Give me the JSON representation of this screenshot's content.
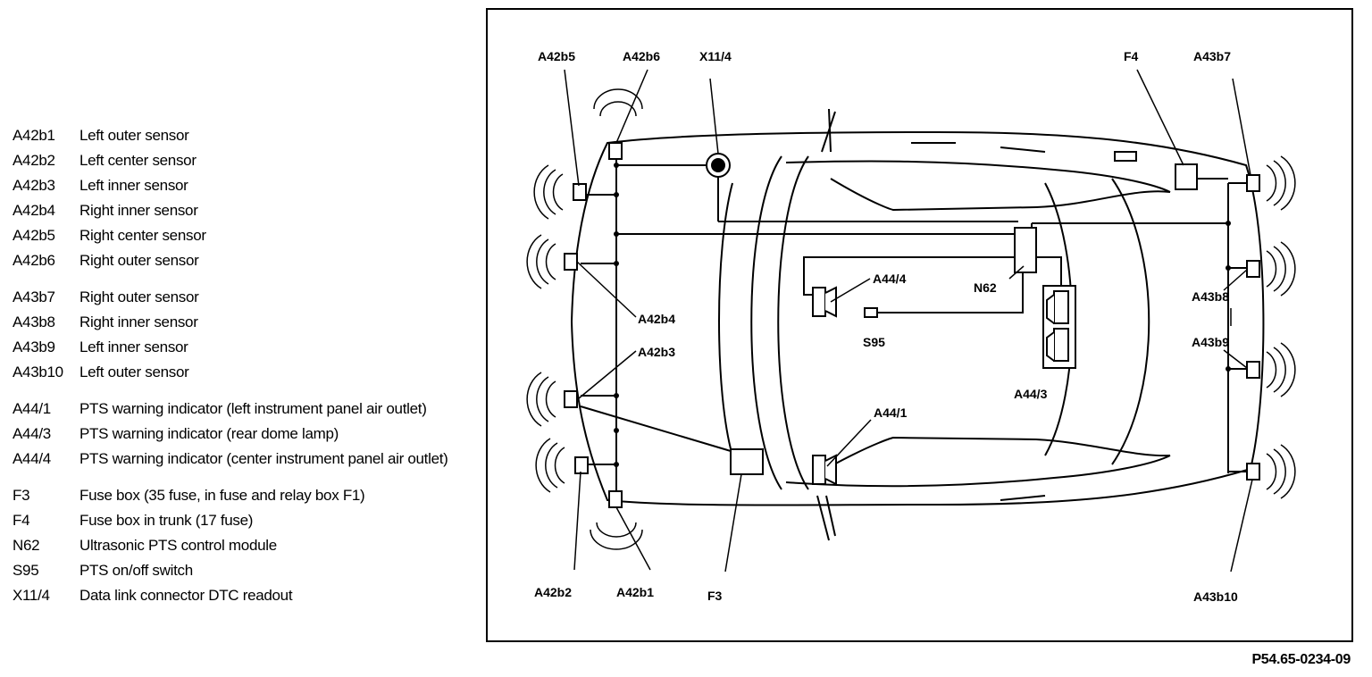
{
  "legend": {
    "groups": [
      [
        {
          "code": "A42b1",
          "desc": "Left outer sensor"
        },
        {
          "code": "A42b2",
          "desc": "Left center sensor"
        },
        {
          "code": "A42b3",
          "desc": "Left inner sensor"
        },
        {
          "code": "A42b4",
          "desc": "Right inner sensor"
        },
        {
          "code": "A42b5",
          "desc": "Right center sensor"
        },
        {
          "code": "A42b6",
          "desc": "Right outer sensor"
        }
      ],
      [
        {
          "code": "A43b7",
          "desc": "Right outer sensor"
        },
        {
          "code": "A43b8",
          "desc": "Right inner sensor"
        },
        {
          "code": "A43b9",
          "desc": "Left inner sensor"
        },
        {
          "code": "A43b10",
          "desc": "Left outer sensor"
        }
      ],
      [
        {
          "code": "A44/1",
          "desc": "PTS warning indicator (left instrument panel air outlet)"
        },
        {
          "code": "A44/3",
          "desc": "PTS warning indicator (rear dome lamp)"
        },
        {
          "code": "A44/4",
          "desc": "PTS warning indicator (center instrument panel air outlet)"
        }
      ],
      [
        {
          "code": "F3",
          "desc": "Fuse box (35 fuse, in fuse and relay box F1)"
        },
        {
          "code": "F4",
          "desc": "Fuse box in trunk (17 fuse)"
        },
        {
          "code": "N62",
          "desc": "Ultrasonic PTS control module"
        },
        {
          "code": "S95",
          "desc": "PTS on/off switch"
        },
        {
          "code": "X11/4",
          "desc": "Data link connector DTC readout"
        }
      ]
    ]
  },
  "callouts": {
    "a42b5": "A42b5",
    "a42b6": "A42b6",
    "x11_4": "X11/4",
    "f4": "F4",
    "a43b7": "A43b7",
    "a42b4": "A42b4",
    "a42b3": "A42b3",
    "a44_4": "A44/4",
    "n62": "N62",
    "s95": "S95",
    "a43b8": "A43b8",
    "a43b9": "A43b9",
    "a44_3": "A44/3",
    "a44_1": "A44/1",
    "a42b2": "A42b2",
    "a42b1": "A42b1",
    "f3": "F3",
    "a43b10": "A43b10"
  },
  "figure_ref": "P54.65-0234-09"
}
